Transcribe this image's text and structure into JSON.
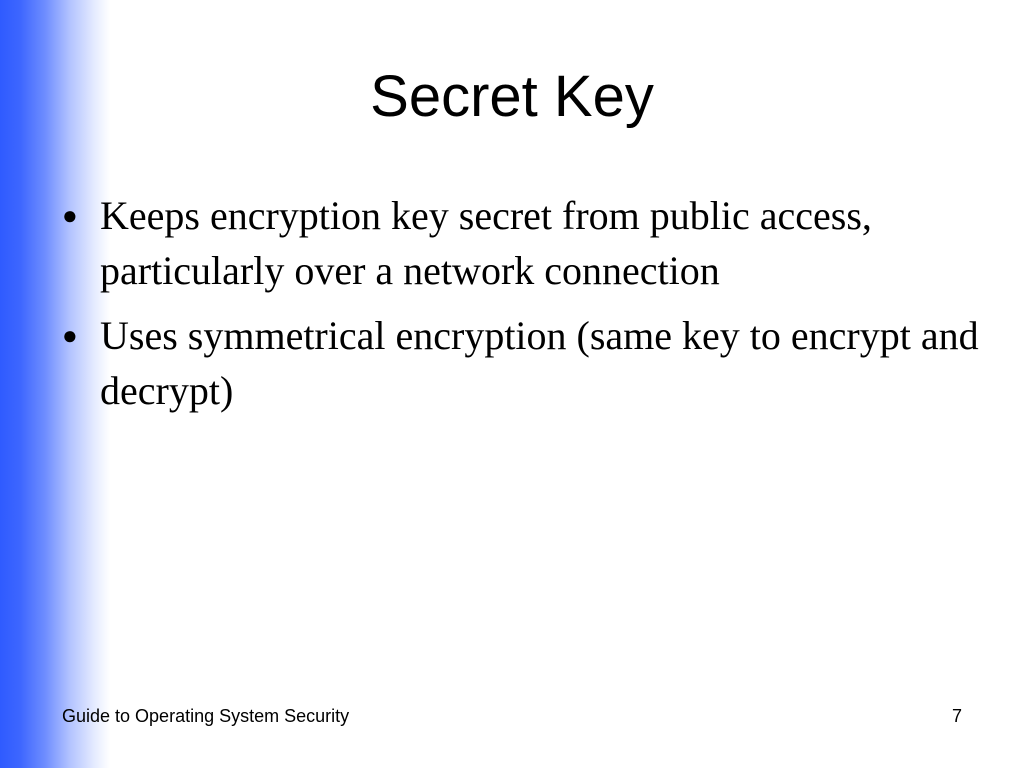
{
  "slide": {
    "title": "Secret Key",
    "bullets": [
      "Keeps encryption key secret from public access, particularly over a network connection",
      "Uses symmetrical encryption (same key to encrypt and decrypt)"
    ],
    "footer_left": "Guide to Operating System Security",
    "page_number": "7"
  },
  "colors": {
    "side_gradient": "#2f5bff",
    "text": "#000000",
    "background": "#ffffff"
  }
}
